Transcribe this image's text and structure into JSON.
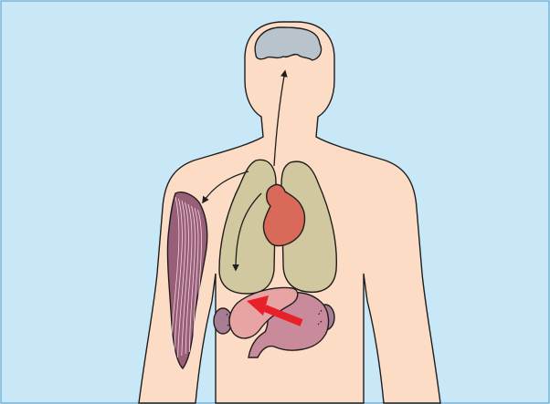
{
  "figure": {
    "colors": {
      "background": "#c8e8f8",
      "frame": "#6aaed6",
      "skin": "#fcdcc4",
      "outline": "#1e1e1e",
      "brain": "#b9c3cc",
      "lungs": "#d2c8a0",
      "heart": "#d96a5a",
      "muscle": "#9a5f78",
      "liver": "#e8a3a3",
      "stomach": "#c98b9b",
      "kidney": "#a87c92",
      "highlight_arrow": "#e8202a",
      "flow_arrow": "#1e1e1e"
    },
    "parts": [
      {
        "id": "head",
        "name": "head-outline"
      },
      {
        "id": "brain",
        "name": "brain"
      },
      {
        "id": "lungs",
        "name": "lungs"
      },
      {
        "id": "heart",
        "name": "heart"
      },
      {
        "id": "arm-muscle",
        "name": "arm-muscle"
      },
      {
        "id": "liver",
        "name": "liver"
      },
      {
        "id": "stomach",
        "name": "stomach"
      },
      {
        "id": "kidneys",
        "name": "kidneys"
      }
    ],
    "flows": [
      {
        "from": "lungs",
        "to": "brain"
      },
      {
        "from": "lungs",
        "to": "arm-muscle"
      },
      {
        "from": "lungs",
        "to": "lungs-lower"
      },
      {
        "from": "stomach",
        "to": "liver",
        "emphasis": true
      }
    ]
  }
}
